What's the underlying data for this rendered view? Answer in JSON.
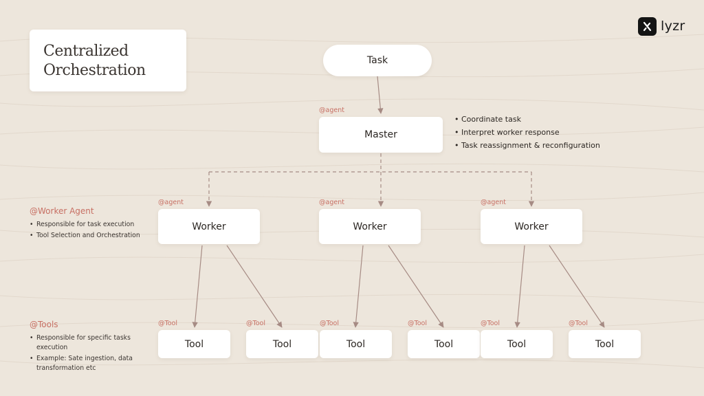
{
  "title": "Centralized\nOrchestration",
  "logo": {
    "text": "lyzr"
  },
  "task": {
    "label": "Task"
  },
  "master": {
    "tag": "@agent",
    "label": "Master",
    "bullets": [
      "Coordinate task",
      "Interpret worker response",
      "Task reassignment & reconfiguration"
    ]
  },
  "workers": [
    {
      "tag": "@agent",
      "label": "Worker"
    },
    {
      "tag": "@agent",
      "label": "Worker"
    },
    {
      "tag": "@agent",
      "label": "Worker"
    }
  ],
  "tools": [
    {
      "tag": "@Tool",
      "label": "Tool"
    },
    {
      "tag": "@Tool",
      "label": "Tool"
    },
    {
      "tag": "@Tool",
      "label": "Tool"
    },
    {
      "tag": "@Tool",
      "label": "Tool"
    },
    {
      "tag": "@Tool",
      "label": "Tool"
    },
    {
      "tag": "@Tool",
      "label": "Tool"
    }
  ],
  "worker_legend": {
    "heading": "@Worker Agent",
    "bullets": [
      "Responsible for task execution",
      "Tool Selection and Orchestration"
    ]
  },
  "tools_legend": {
    "heading": "@Tools",
    "bullets": [
      "Responsible for specific tasks execution",
      "Example: Sate ingestion, data transformation etc"
    ]
  },
  "colors": {
    "background": "#ede6dc",
    "accent": "#c76f63",
    "connector": "#a68b84",
    "card": "#ffffff"
  }
}
